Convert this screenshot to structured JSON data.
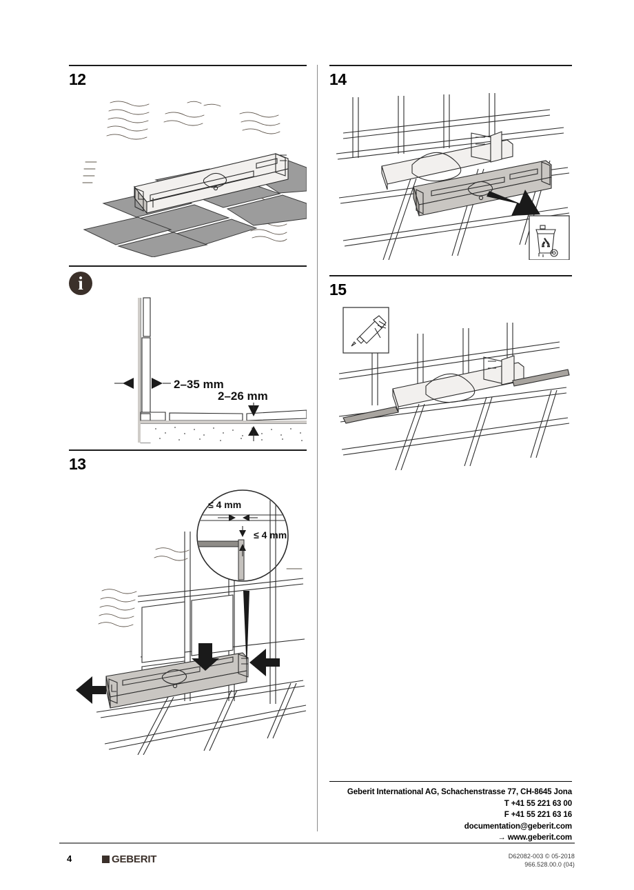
{
  "document": {
    "page_number": "4",
    "brand": "GEBERIT",
    "doc_code_line1": "D62082-003 © 05-2018",
    "doc_code_line2": "966.528.00.0 (04)"
  },
  "steps": [
    {
      "number": "12",
      "column": "left",
      "caption_icon": null,
      "description": "Isometric view of shower channel with gray floor tiles laid up to the drain body"
    },
    {
      "number": "13",
      "column": "left",
      "caption_icon": null,
      "description": "Channel pressed into place between tiles with magnified joint detail",
      "callouts": [
        "≤ 4 mm",
        "≤ 4 mm"
      ]
    },
    {
      "number": "14",
      "column": "right",
      "caption_icon": "recycle-bin-icon",
      "description": "Protective cover pulled off and disposed of"
    },
    {
      "number": "15",
      "column": "right",
      "caption_icon": "caulking-gun-icon",
      "description": "Silicone sealant applied along the channel edge"
    }
  ],
  "info_panel": {
    "badge": "i",
    "dimension_wall": "2–35 mm",
    "dimension_floor": "2–26 mm"
  },
  "footer": {
    "address_lines": [
      "Geberit International AG, Schachenstrasse 77, CH-8645 Jona",
      "T +41 55 221 63 00",
      "F +41 55 221 63 16",
      "documentation@geberit.com"
    ],
    "website": "www.geberit.com",
    "website_arrow": "→"
  },
  "colors": {
    "brand": "#3b302a",
    "tile_fill": "#9c9c9c",
    "line": "#2b2b2b"
  }
}
